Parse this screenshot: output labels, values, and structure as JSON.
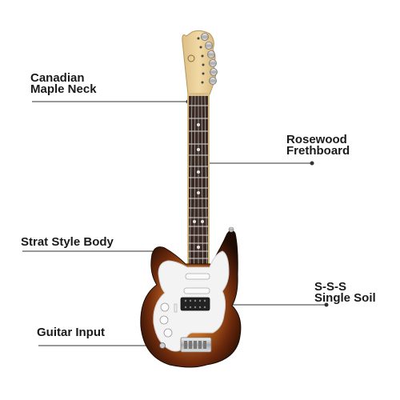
{
  "callouts": {
    "neck": {
      "line1": "Canadian",
      "line2": "Maple Neck"
    },
    "fret": {
      "line1": "Rosewood",
      "line2": "Frethboard"
    },
    "body": {
      "line1": "Strat Style Body"
    },
    "pickup": {
      "line1": "S-S-S",
      "line2": "Single Soil"
    },
    "input": {
      "line1": "Guitar Input"
    }
  },
  "colors": {
    "label_text": "#1a1a1a",
    "leader_line": "#333333",
    "maple": "#e9cf98",
    "rosewood": "#3a2a24",
    "sunburst_edge": "#2a1208",
    "sunburst_mid": "#8a3a12",
    "sunburst_center": "#e0a050",
    "pickguard": "#f4f4f4"
  }
}
